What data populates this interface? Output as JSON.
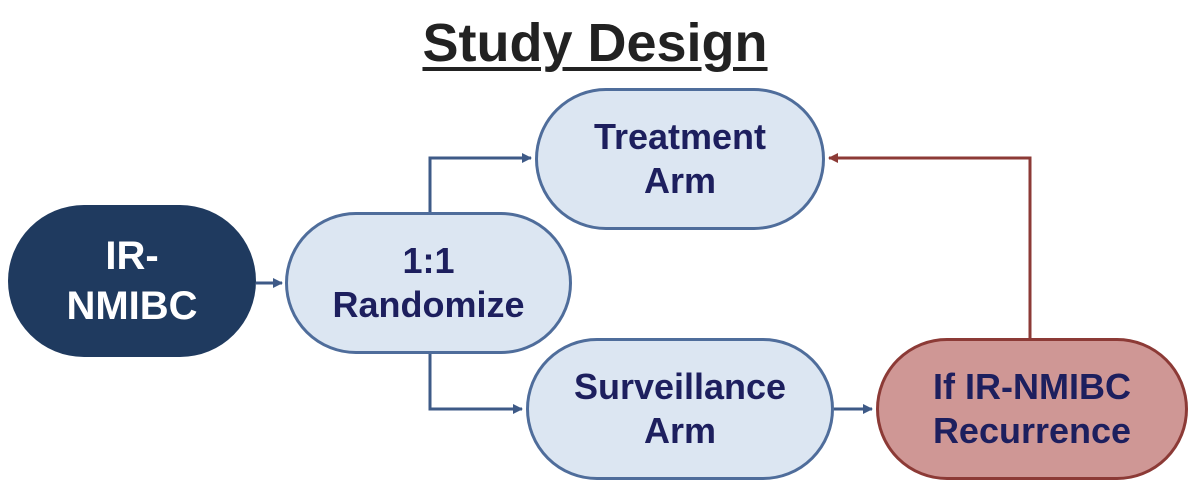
{
  "title": "Study Design",
  "nodes": {
    "population": {
      "lines": [
        "IR-",
        "NMIBC"
      ]
    },
    "randomize": {
      "lines": [
        "1:1",
        "Randomize"
      ]
    },
    "treatment": {
      "lines": [
        "Treatment",
        "Arm"
      ]
    },
    "surveillance": {
      "lines": [
        "Surveillance",
        "Arm"
      ]
    },
    "recurrence": {
      "lines": [
        "If IR-NMIBC",
        "Recurrence"
      ]
    }
  },
  "colors": {
    "blue_arrow": "#3e5a87",
    "red_arrow": "#8c3a36",
    "dark_fill": "#1f3a5f",
    "light_fill": "#dce6f2",
    "red_fill": "#cf9795",
    "text_navy": "#1d1f5e"
  }
}
